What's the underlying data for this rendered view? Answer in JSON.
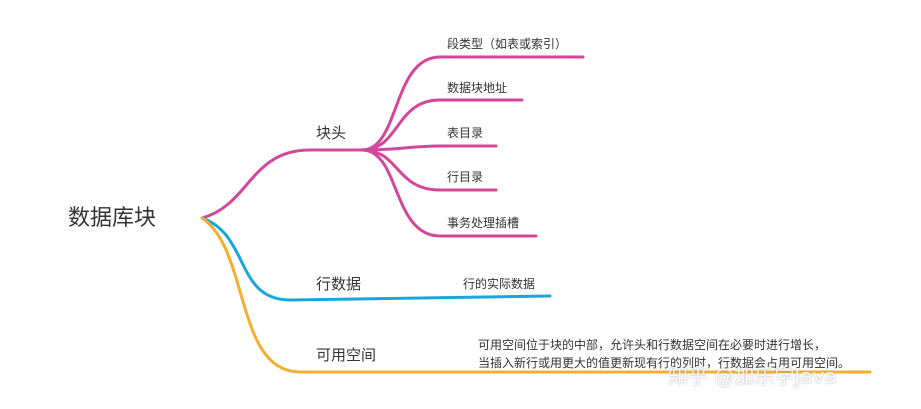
{
  "colors": {
    "block_header": "#d2479a",
    "row_data": "#1aa6dd",
    "free_space": "#f2b02e",
    "text": "#333333"
  },
  "root": {
    "label": "数据库块"
  },
  "branches": {
    "block_header": {
      "label": "块头",
      "children": [
        {
          "label": "段类型（如表或索引）"
        },
        {
          "label": "数据块地址"
        },
        {
          "label": "表目录"
        },
        {
          "label": "行目录"
        },
        {
          "label": "事务处理插槽"
        }
      ]
    },
    "row_data": {
      "label": "行数据",
      "children": [
        {
          "label": "行的实际数据"
        }
      ]
    },
    "free_space": {
      "label": "可用空间",
      "description_lines": [
        "可用空间位于块的中部，允许头和行数据空间在必要时进行增长，",
        "当插入新行或用更大的值更新现有行的列时，行数据会占用可用空间。"
      ]
    }
  },
  "watermark": "知乎 @加乐学Java"
}
